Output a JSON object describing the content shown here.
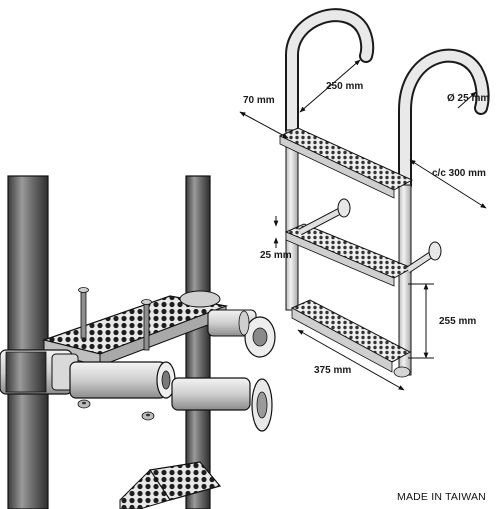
{
  "dimensions": {
    "hook_span": "250 mm",
    "tube_diameter": "Ø 25 mm",
    "step_depth": "70 mm",
    "rail_spacing": "c/c 300 mm",
    "step_thickness": "25 mm",
    "step_pitch": "255 mm",
    "step_width": "375 mm"
  },
  "footer": {
    "origin": "MADE IN TAIWAN"
  }
}
